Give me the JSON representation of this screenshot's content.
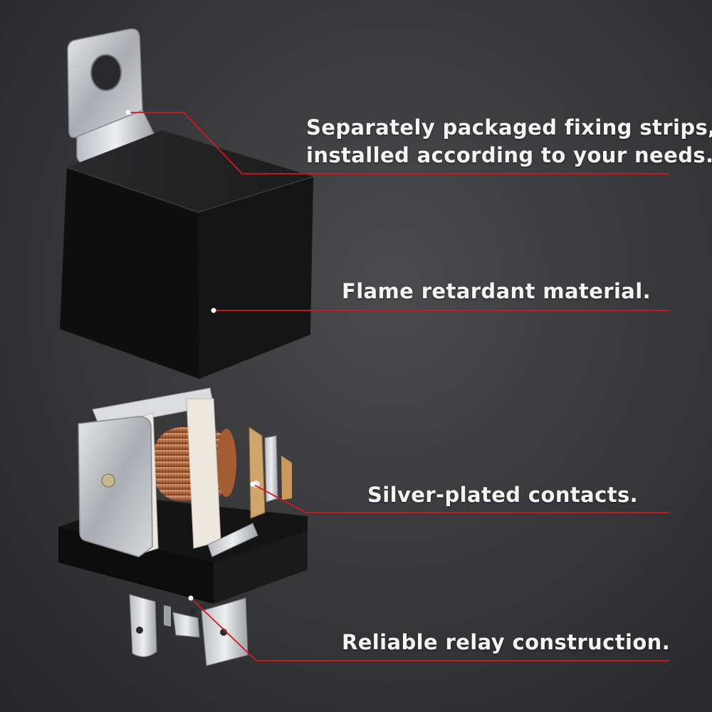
{
  "callouts": {
    "fixing_strips": {
      "line1": "Separately packaged fixing strips,",
      "line2": "installed according to your needs."
    },
    "flame": {
      "text": "Flame retardant material."
    },
    "contacts": {
      "text": "Silver-plated contacts."
    },
    "construction": {
      "text": "Reliable relay construction."
    }
  },
  "colors": {
    "accent_line": "#d2191e",
    "background": "#3a3a3d",
    "text": "#f4f4f4"
  },
  "icons": [
    "relay-cover",
    "mounting-bracket",
    "relay-internals",
    "copper-coil",
    "relay-terminals"
  ]
}
